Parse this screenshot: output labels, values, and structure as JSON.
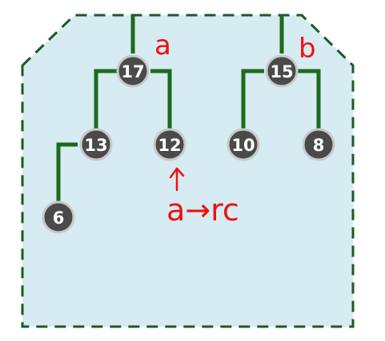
{
  "colors": {
    "region_fill": "#d6ebf2",
    "region_stroke": "#1d5a22",
    "edge": "#1e6a1c",
    "node_fill": "#4a4a4a",
    "node_ring": "#c9c9c9",
    "node_text": "#ffffff",
    "annotation": "#ee1111"
  },
  "trees": [
    {
      "label": "a",
      "root": "17",
      "left": "13",
      "right": "12",
      "left_left": "6"
    },
    {
      "label": "b",
      "root": "15",
      "left": "10",
      "right": "8"
    }
  ],
  "annotation": {
    "text": "a→rc",
    "arrow_target": "12"
  }
}
